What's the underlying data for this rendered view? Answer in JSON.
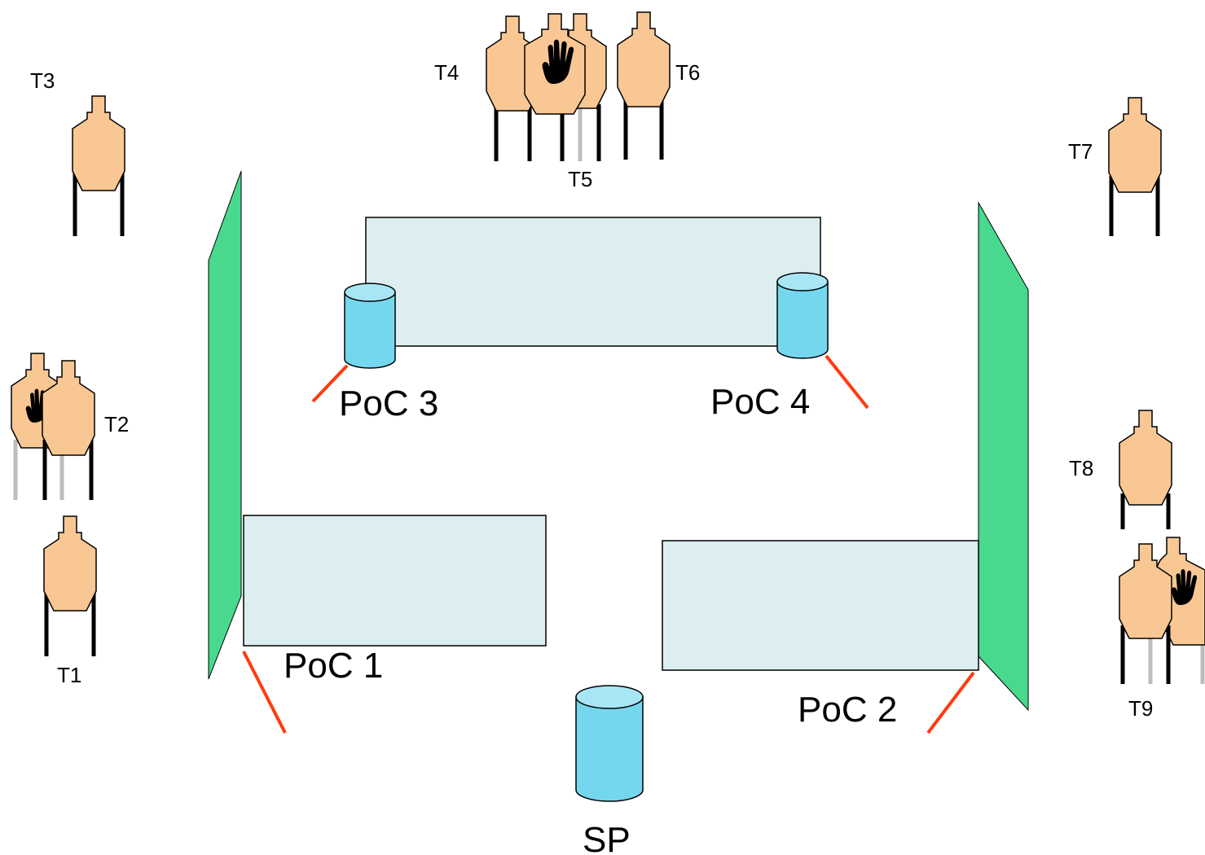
{
  "colors": {
    "wall": "#48d98e",
    "barricade_fill": "#ddeef1",
    "barrel_fill": "#74d7ee",
    "barrel_top": "#a8e6f5",
    "target_fill": "#f9c794",
    "fault_line": "#ff3b10",
    "leg_black": "#000000",
    "leg_grey": "#bdbdbd"
  },
  "labels": {
    "poc1": "PoC 1",
    "poc2": "PoC 2",
    "poc3": "PoC 3",
    "poc4": "PoC 4",
    "sp": "SP"
  },
  "targets": [
    {
      "id": "t1",
      "label": "T1",
      "type": "shoot"
    },
    {
      "id": "t2",
      "label": "T2",
      "type": "shoot",
      "with_no_shoot": true
    },
    {
      "id": "t3",
      "label": "T3",
      "type": "shoot"
    },
    {
      "id": "t4",
      "label": "T4",
      "type": "shoot"
    },
    {
      "id": "t5",
      "label": "T5",
      "type": "shoot",
      "with_no_shoot": true
    },
    {
      "id": "t6",
      "label": "T6",
      "type": "shoot"
    },
    {
      "id": "t7",
      "label": "T7",
      "type": "shoot"
    },
    {
      "id": "t8",
      "label": "T8",
      "type": "shoot"
    },
    {
      "id": "t9",
      "label": "T9",
      "type": "shoot",
      "with_no_shoot": true
    }
  ]
}
